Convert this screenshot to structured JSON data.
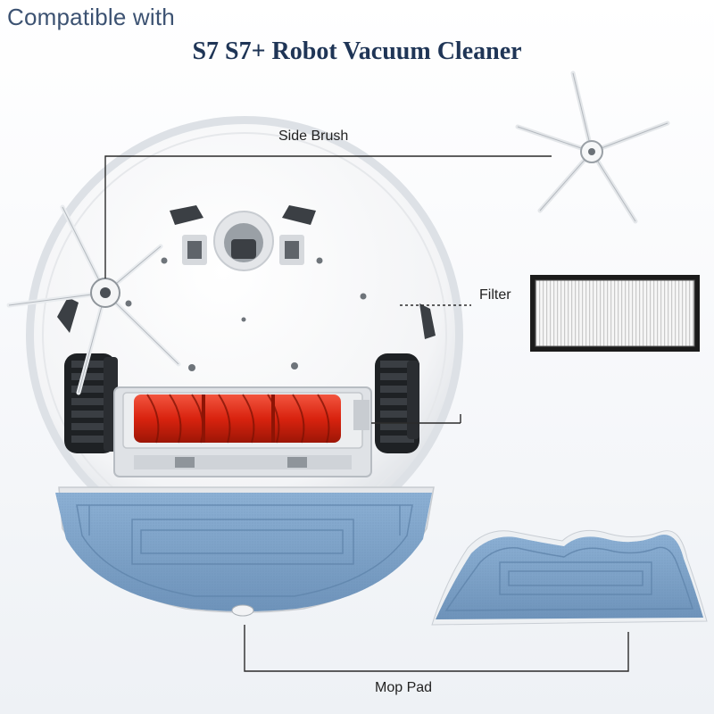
{
  "header": {
    "compatible_text": "Compatible with",
    "model_text": "S7 S7+ Robot Vacuum Cleaner"
  },
  "callouts": {
    "side_brush": "Side Brush",
    "filter": "Filter",
    "mop_pad": "Mop Pad"
  },
  "colors": {
    "header_text": "#3c5272",
    "title_text": "#1f3556",
    "main_brush": "#d9230f",
    "mop_pad": "#7fa3c8",
    "filter_frame": "#1b1b1b"
  }
}
